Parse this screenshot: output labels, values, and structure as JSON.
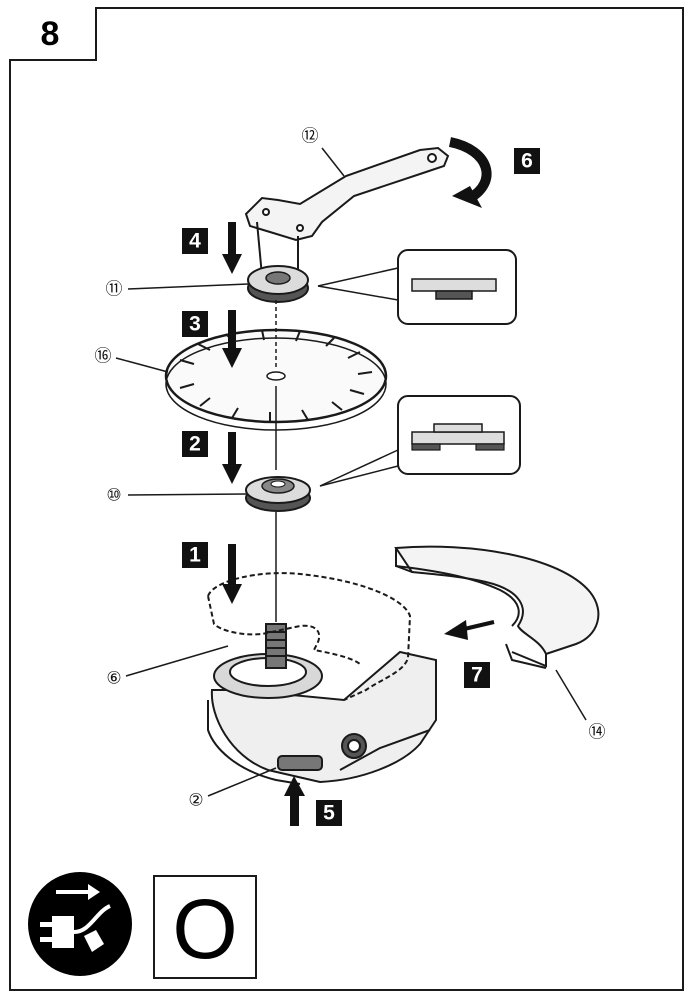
{
  "figure": {
    "number": "8"
  },
  "callouts": [
    {
      "id": "12",
      "label": "⑫"
    },
    {
      "id": "11",
      "label": "⑪"
    },
    {
      "id": "16",
      "label": "⑯"
    },
    {
      "id": "10",
      "label": "⑩"
    },
    {
      "id": "6",
      "label": "⑥"
    },
    {
      "id": "14",
      "label": "⑭"
    },
    {
      "id": "2",
      "label": "②"
    }
  ],
  "steps": [
    {
      "id": "1",
      "label": "1"
    },
    {
      "id": "2",
      "label": "2"
    },
    {
      "id": "3",
      "label": "3"
    },
    {
      "id": "4",
      "label": "4"
    },
    {
      "id": "5",
      "label": "5"
    },
    {
      "id": "6",
      "label": "6"
    },
    {
      "id": "7",
      "label": "7"
    }
  ],
  "mode_box": {
    "label": "O"
  },
  "icons": {
    "unplug": "unplug-power-icon"
  },
  "colors": {
    "line": "#1a1a1a",
    "fill_light": "#ececec",
    "fill_dark": "#555555",
    "step_box": "#111111"
  }
}
